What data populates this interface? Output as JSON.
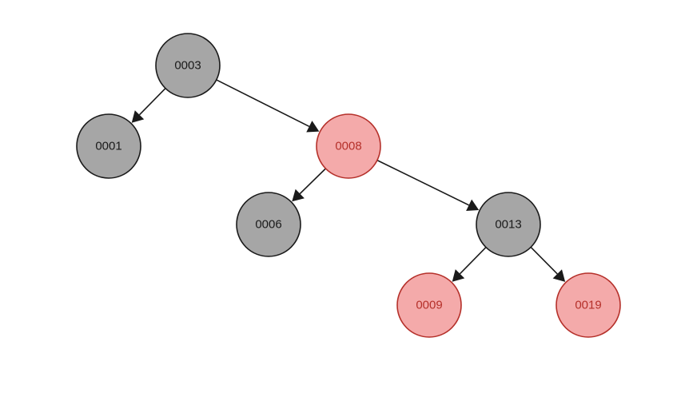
{
  "tree": {
    "colors": {
      "black_fill": "#a6a6a6",
      "black_stroke": "#1a1a1a",
      "black_text": "#1a1a1a",
      "red_fill": "#f4aaaa",
      "red_stroke": "#b5302a",
      "red_text": "#b5302a",
      "edge": "#1a1a1a"
    },
    "nodes": [
      {
        "id": "n3",
        "label": "0003",
        "color": "black"
      },
      {
        "id": "n1",
        "label": "0001",
        "color": "black"
      },
      {
        "id": "n8",
        "label": "0008",
        "color": "red"
      },
      {
        "id": "n6",
        "label": "0006",
        "color": "black"
      },
      {
        "id": "n13",
        "label": "0013",
        "color": "black"
      },
      {
        "id": "n9",
        "label": "0009",
        "color": "red"
      },
      {
        "id": "n19",
        "label": "0019",
        "color": "red"
      }
    ],
    "edges": [
      {
        "from": "n3",
        "to": "n1"
      },
      {
        "from": "n3",
        "to": "n8"
      },
      {
        "from": "n8",
        "to": "n6"
      },
      {
        "from": "n8",
        "to": "n13"
      },
      {
        "from": "n13",
        "to": "n9"
      },
      {
        "from": "n13",
        "to": "n19"
      }
    ]
  }
}
